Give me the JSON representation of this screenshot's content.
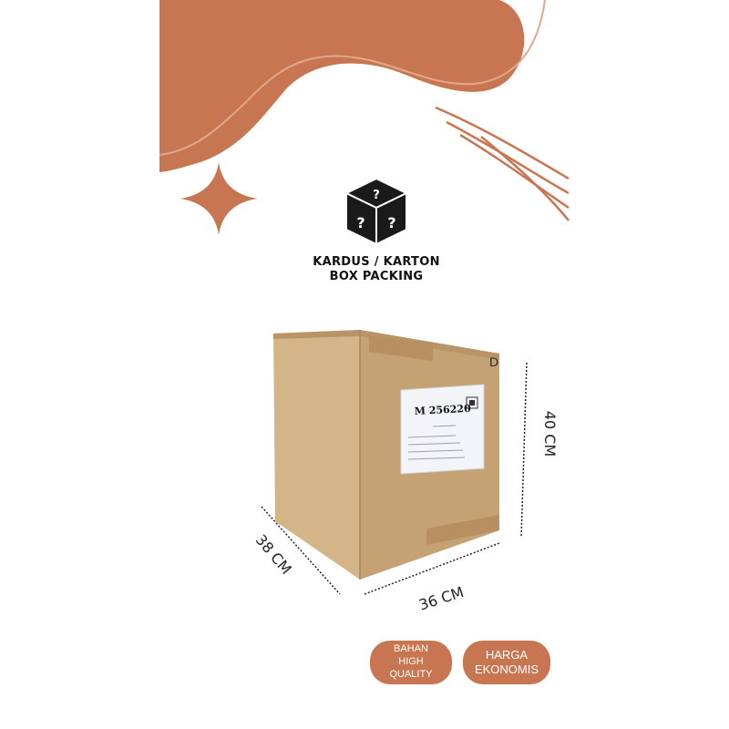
{
  "brand": {
    "line1": "KARDUS / KARTON",
    "line2": "BOX PACKING"
  },
  "label": {
    "code": "M 256220"
  },
  "box": {
    "corner_mark": "D"
  },
  "dimensions": {
    "width": "36 CM",
    "depth": "38 CM",
    "height": "40 CM"
  },
  "badges": {
    "material": [
      "BAHAN",
      "HIGH",
      "QUALITY"
    ],
    "price": [
      "HARGA",
      "EKONOMIS"
    ]
  },
  "colors": {
    "accent": "#c87651",
    "cardboard": "#c9a77a",
    "text": "#111111"
  },
  "icons": {
    "logo": "mystery-box-icon",
    "sparkle": "four-point-star-icon"
  }
}
